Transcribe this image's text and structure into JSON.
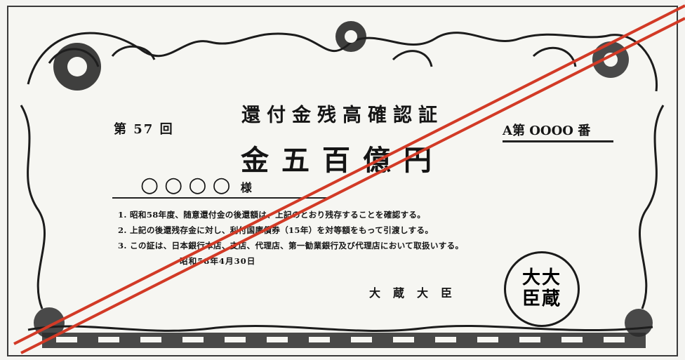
{
  "certificate": {
    "title": "還付金残高確認証",
    "issue": "第 57 回",
    "serial": "A第 OOOO 番",
    "amount": "金五百億円",
    "holder": "○○○○",
    "honorific": "様",
    "clauses": [
      "1. 昭和58年度、随意還付金の後還額は、上記のとおり残存することを確認する。",
      "2. 上記の後還残存金に対し、利付国庫債券（15年）を対等額をもって引渡しする。",
      "3. この証は、日本銀行本店、支店、代理店、第一勧業銀行及び代理店において取扱いする。"
    ],
    "date": "昭和58年4月30日",
    "signer": "大蔵大臣",
    "seal_text": "大大\n臣蔵"
  },
  "colors": {
    "void_line": "#d23a26",
    "ink": "#151515"
  },
  "icons": {
    "ornament": "floral-scroll-ornament"
  }
}
